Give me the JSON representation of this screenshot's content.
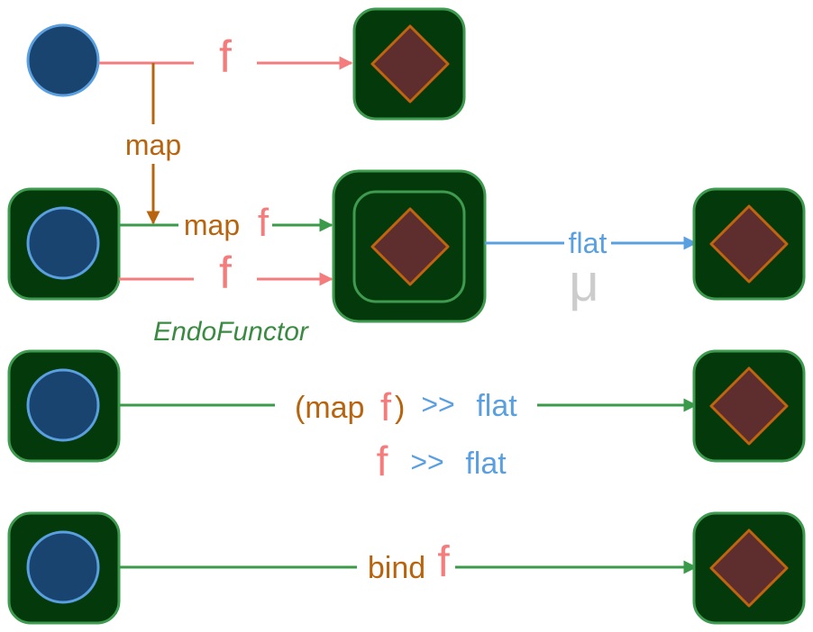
{
  "colors": {
    "circle_fill": "#1a4470",
    "circle_stroke": "#5aa0e0",
    "box_fill": "#03390b",
    "box_stroke": "#3d9a4e",
    "diamond_fill": "#5e2e2e",
    "diamond_stroke": "#c06410",
    "f_color": "#f47c7c",
    "map_color": "#b8640f",
    "flat_color": "#5aa0e0",
    "green_arrow": "#3a9a4a",
    "mu_color": "#cccccc",
    "endo_color": "#3a8a42"
  },
  "labels": {
    "f_top": "f",
    "map_vertical": "map",
    "row2_map": "map",
    "row2_f": "f",
    "row2_f_lower": "f",
    "flat": "flat",
    "mu": "μ",
    "endofunctor": "EndoFunctor",
    "row3_open": "(map",
    "row3_f": "f",
    "row3_close": ")",
    "row3_compose": ">>",
    "row3_flat": "flat",
    "row3b_f": "f",
    "row3b_compose": ">>",
    "row3b_flat": "flat",
    "row4_bind": "bind",
    "row4_f": "f"
  }
}
